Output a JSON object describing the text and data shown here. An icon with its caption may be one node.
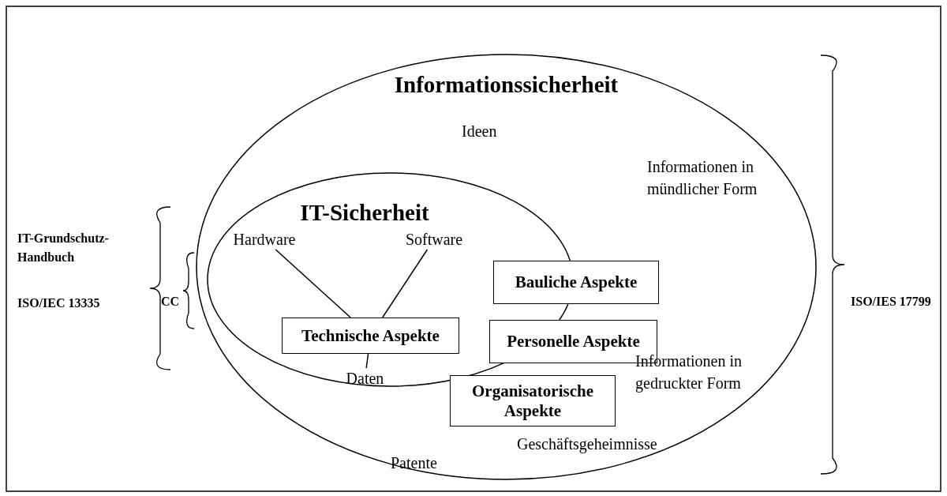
{
  "diagram": {
    "nodes": [
      {
        "text": [
          "Informationssicherheit"
        ]
      },
      {
        "text": [
          "IT-Sicherheit"
        ],
        "in": 0
      },
      {
        "text": [
          "Technische Aspekte"
        ],
        "in": 1
      },
      {
        "text": [
          "Hardware"
        ],
        "in": 1
      },
      {
        "text": [
          "Software"
        ],
        "in": 1
      },
      {
        "text": [
          "Daten"
        ],
        "in": 1
      },
      {
        "text": [
          "Bauliche Aspekte"
        ],
        "in": 0
      },
      {
        "text": [
          "Personelle Aspekte"
        ],
        "in": 0
      },
      {
        "text": [
          "Organisatorische Aspekte"
        ],
        "in": 0
      }
    ],
    "edges": [
      {
        "from": 3,
        "to": 2,
        "arrow": "none"
      },
      {
        "from": 4,
        "to": 2,
        "arrow": "none"
      },
      {
        "from": 2,
        "to": 5,
        "arrow": "none"
      }
    ],
    "labels": [
      "Ideen",
      "Informationen in mündlicher Form",
      "IT-Grundschutz-Handbuch",
      "ISO/IEC 13335",
      "CC",
      "ISO/IES 17799",
      "Informationen in gedruckter Form",
      "Geschäftsgeheimnisse",
      "Patente"
    ]
  }
}
